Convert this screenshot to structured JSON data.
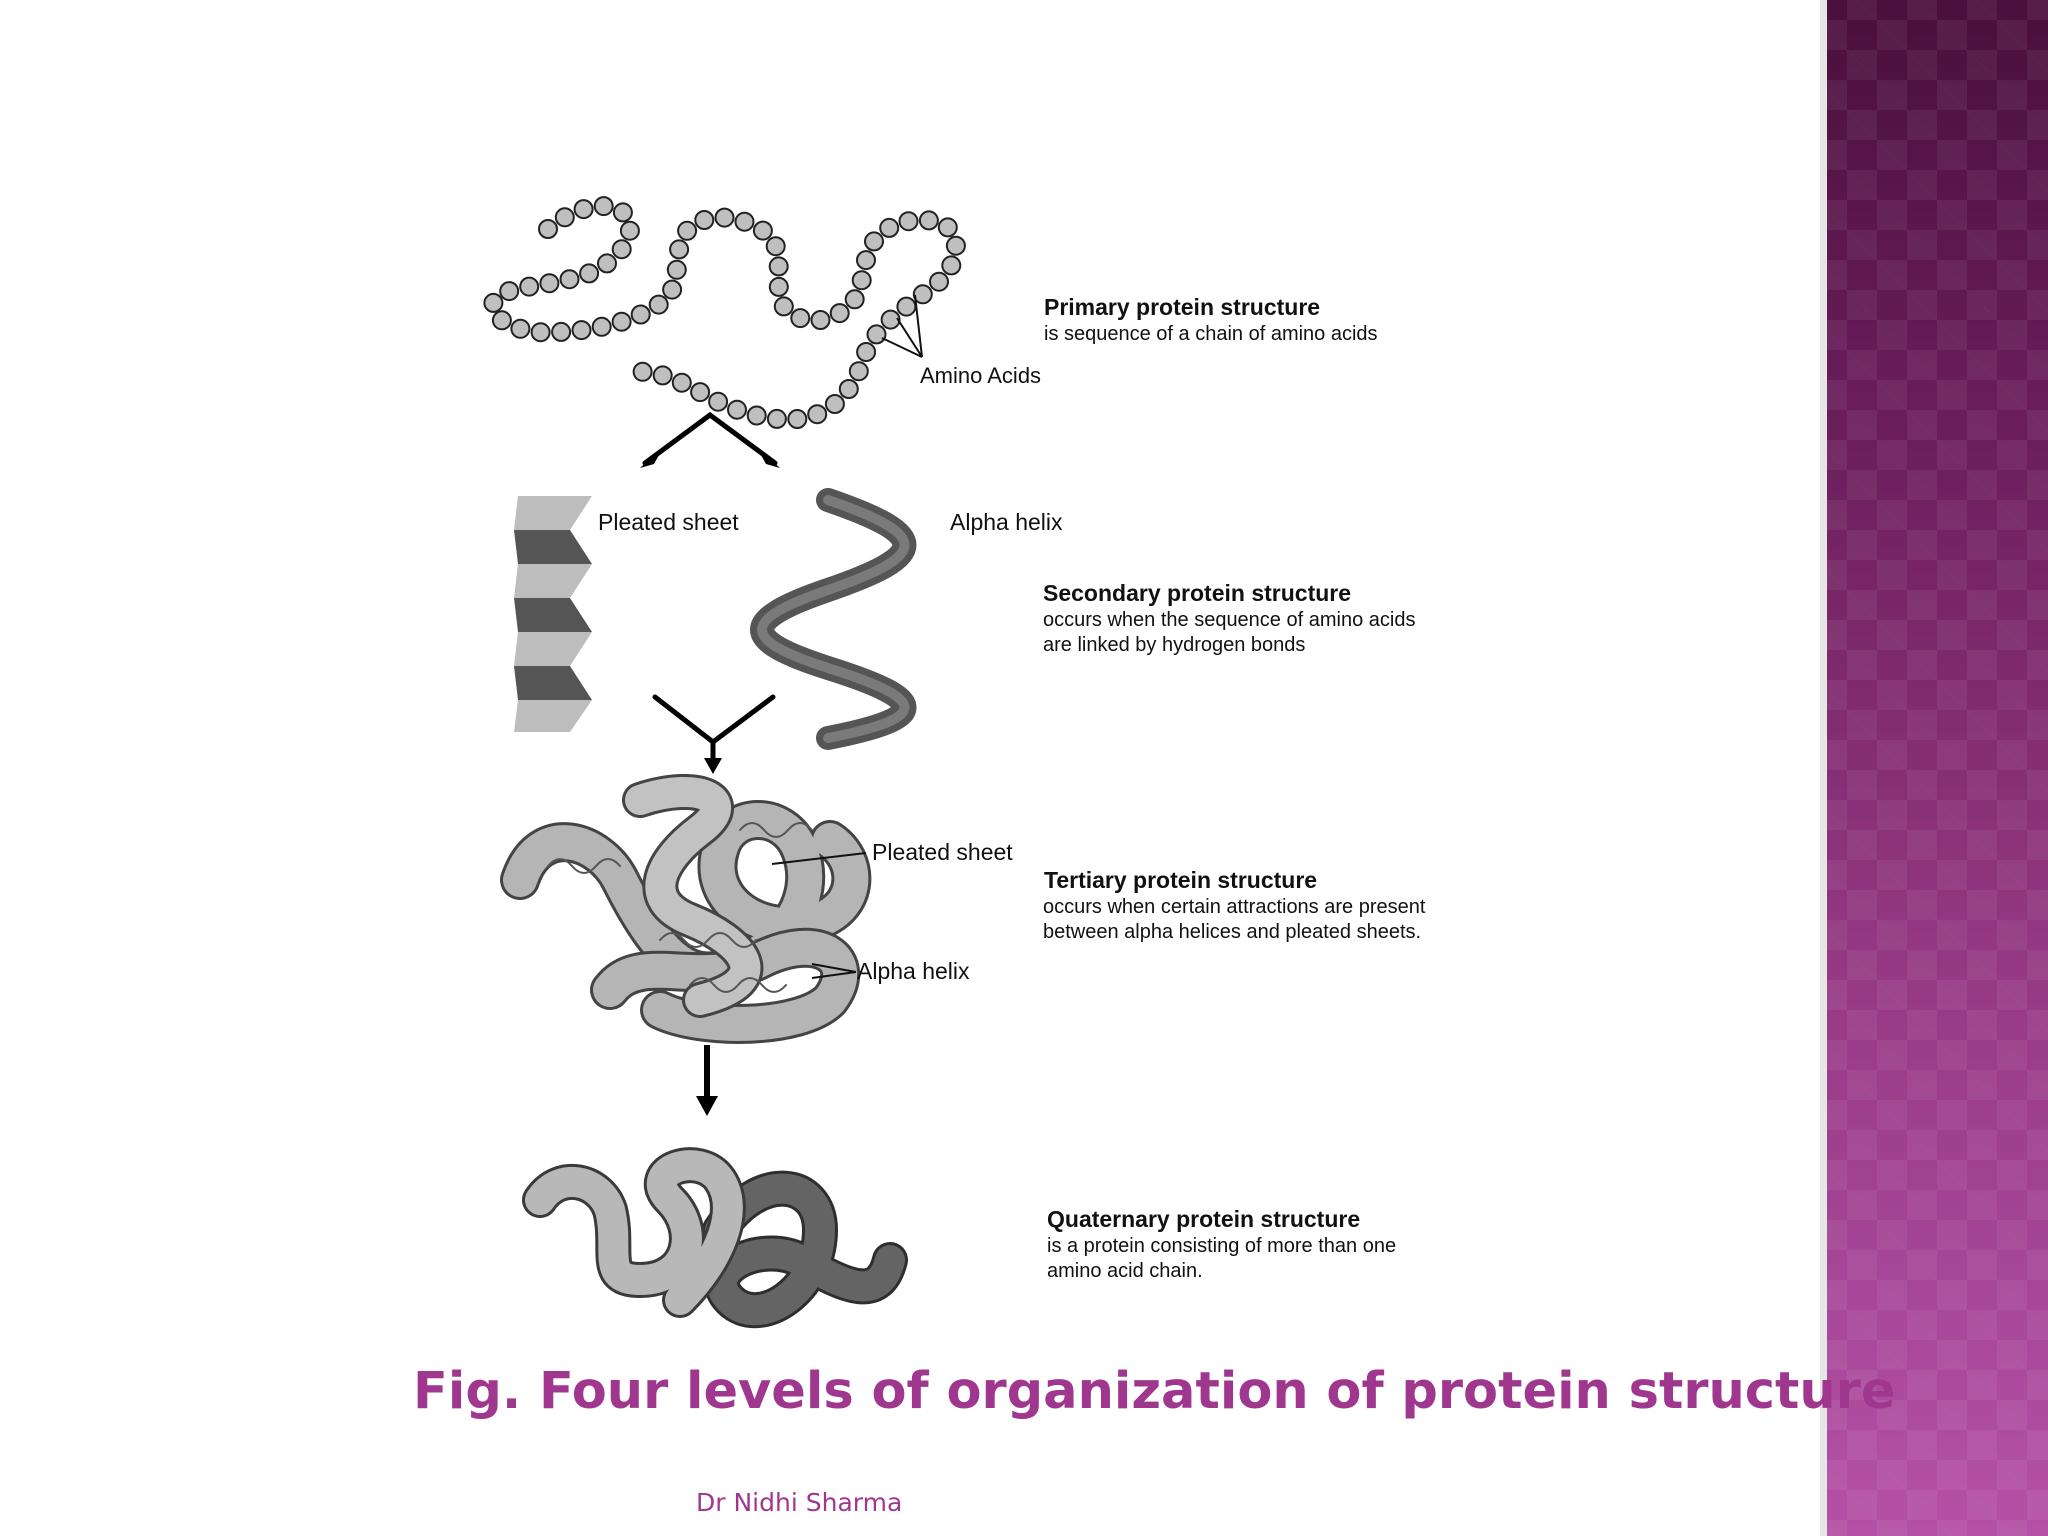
{
  "diagram": {
    "primary": {
      "title": "Primary protein structure",
      "description": "is sequence of a chain of amino acids",
      "pointer_label": "Amino Acids"
    },
    "secondary": {
      "sheet_label": "Pleated sheet",
      "helix_label": "Alpha helix",
      "title": "Secondary protein structure",
      "description_line1": "occurs when the sequence of amino acids",
      "description_line2": "are linked by hydrogen bonds"
    },
    "tertiary": {
      "sheet_label": "Pleated sheet",
      "helix_label": "Alpha helix",
      "title": "Tertiary protein structure",
      "description_line1": "occurs when certain attractions are present",
      "description_line2": "between alpha helices and pleated sheets."
    },
    "quaternary": {
      "title": "Quaternary protein structure",
      "description_line1": "is a protein consisting of more than one",
      "description_line2": "amino acid chain."
    }
  },
  "caption": "Fig. Four levels of organization of protein structure",
  "author": "Dr Nidhi Sharma",
  "colors": {
    "accent": "#a0378f",
    "band_top": "#4a0f3c",
    "band_bottom": "#b451a6"
  }
}
